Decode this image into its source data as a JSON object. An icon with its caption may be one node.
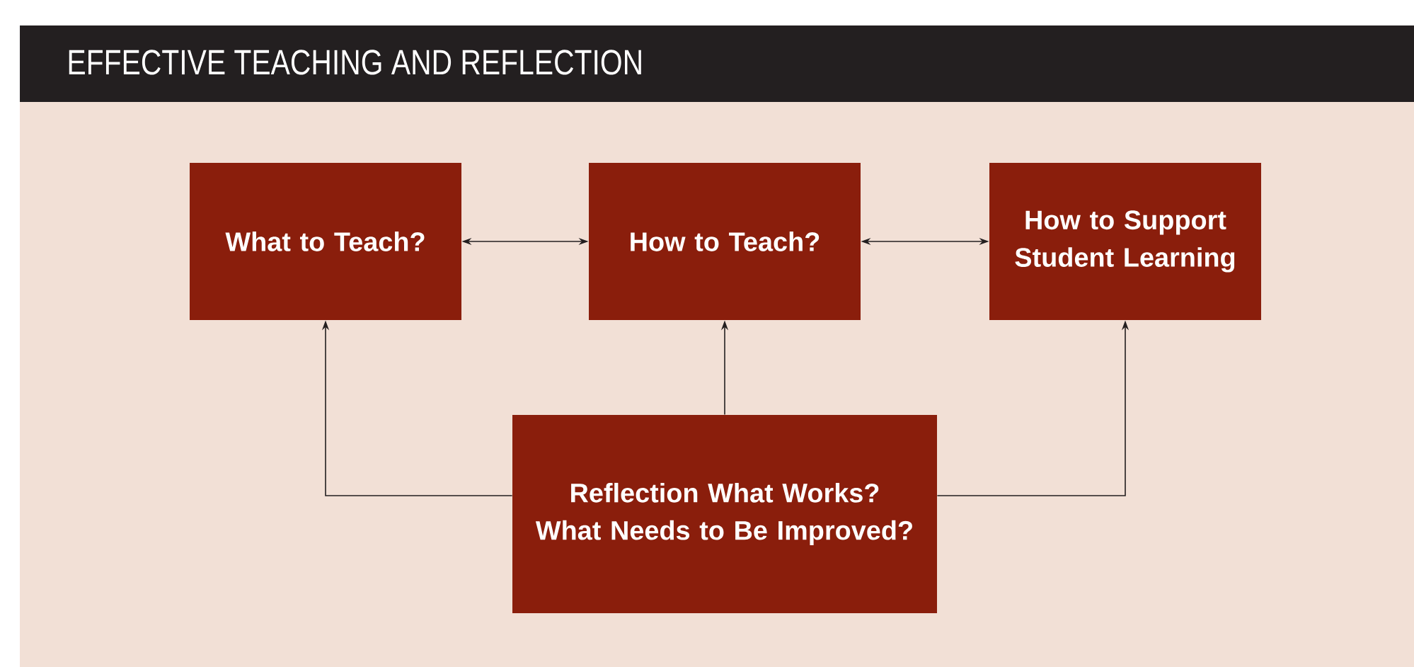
{
  "diagram": {
    "title": "EFFECTIVE TEACHING AND REFLECTION",
    "nodes": [
      {
        "text": [
          "What to Teach?"
        ]
      },
      {
        "text": [
          "How to Teach?"
        ]
      },
      {
        "text": [
          "How to Support Student Learning"
        ]
      },
      {
        "text": [
          "Reflection What Works? What Needs to Be Improved?"
        ]
      }
    ],
    "edges": [
      {
        "from": 0,
        "to": 1,
        "arrow": "both"
      },
      {
        "from": 1,
        "to": 2,
        "arrow": "both"
      },
      {
        "from": 3,
        "to": 0,
        "arrow": "to"
      },
      {
        "from": 3,
        "to": 1,
        "arrow": "to"
      },
      {
        "from": 3,
        "to": 2,
        "arrow": "to"
      }
    ]
  }
}
